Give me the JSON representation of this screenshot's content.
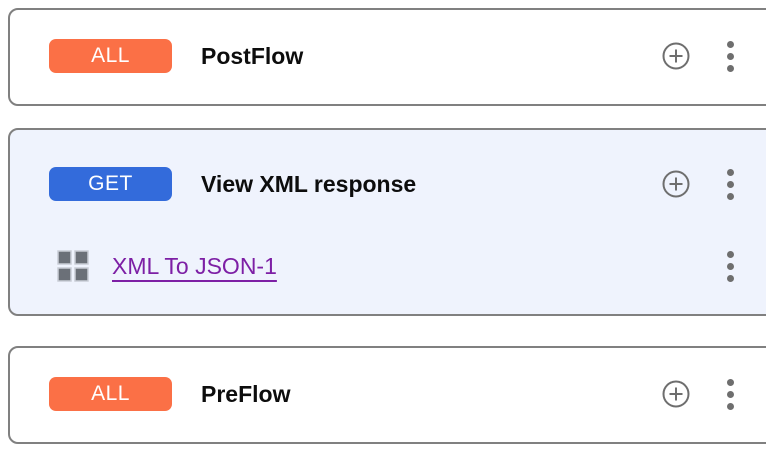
{
  "flows": [
    {
      "id": "postflow",
      "selected": false,
      "badge": {
        "label": "ALL",
        "color": "#fb7046",
        "kind": "all"
      },
      "name": "PostFlow",
      "add_icon": "plus-circle-icon",
      "menu_icon": "kebab-menu-icon",
      "policies": []
    },
    {
      "id": "view-xml-response",
      "selected": true,
      "badge": {
        "label": "GET",
        "color": "#336bdb",
        "kind": "get"
      },
      "name": "View XML response",
      "add_icon": "plus-circle-icon",
      "menu_icon": "kebab-menu-icon",
      "policies": [
        {
          "icon": "policy-grid-icon",
          "label": "XML To JSON-1",
          "color": "#7d1fa5",
          "menu_icon": "kebab-menu-icon"
        }
      ]
    },
    {
      "id": "preflow",
      "selected": false,
      "badge": {
        "label": "ALL",
        "color": "#fb7046",
        "kind": "all"
      },
      "name": "PreFlow",
      "add_icon": "plus-circle-icon",
      "menu_icon": "kebab-menu-icon",
      "policies": []
    }
  ],
  "theme": {
    "card_border": "#808080",
    "card_background": "#ffffff",
    "card_selected_background": "#eff3fd",
    "icon_gray": "#6e6e6e",
    "policy_icon_gray": "#6b7078",
    "text_primary": "#0d0d0d"
  }
}
